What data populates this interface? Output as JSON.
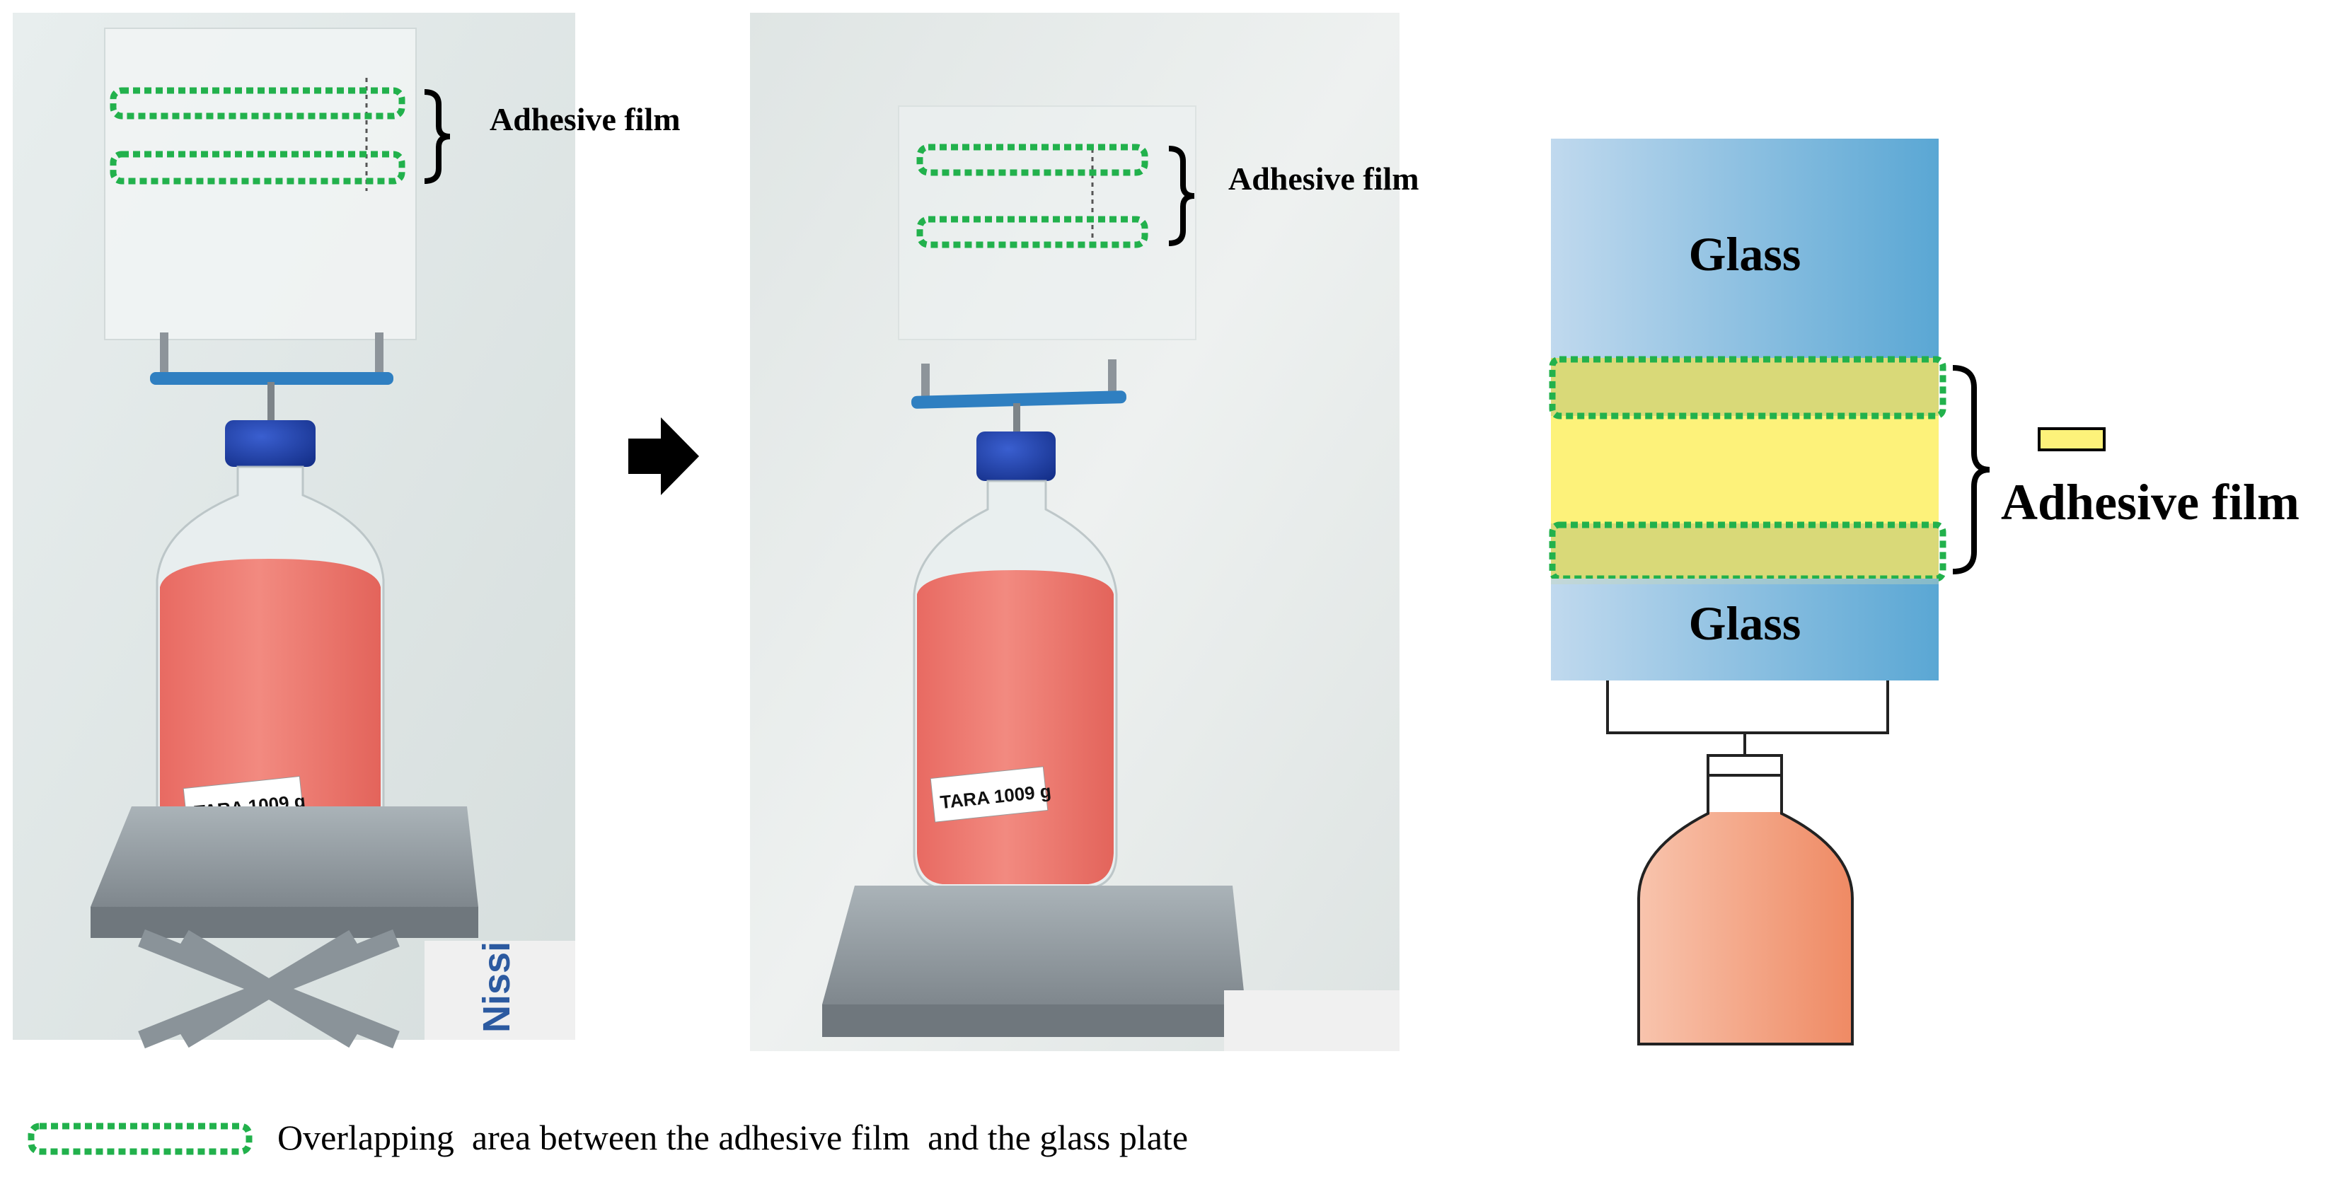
{
  "photo1": {
    "film_label": "Adhesive film",
    "bottle_label": "TARA 1009 g",
    "package_text": "Nissi"
  },
  "photo2": {
    "film_label": "Adhesive film",
    "bottle_label": "TARA 1009 g"
  },
  "arrow": {
    "icon": "right-arrow-icon"
  },
  "schematic": {
    "top_plate_label": "Glass",
    "bottom_plate_label": "Glass",
    "film_label": "Adhesive film",
    "colors": {
      "glass": "#6aaed6",
      "adhesive": "#fdf27a",
      "overlap": "#d9d978",
      "liquid": "#f2896b",
      "dotted_border": "#22b14c"
    }
  },
  "legend": {
    "text": "Overlapping  area between the adhesive film  and the glass plate"
  }
}
